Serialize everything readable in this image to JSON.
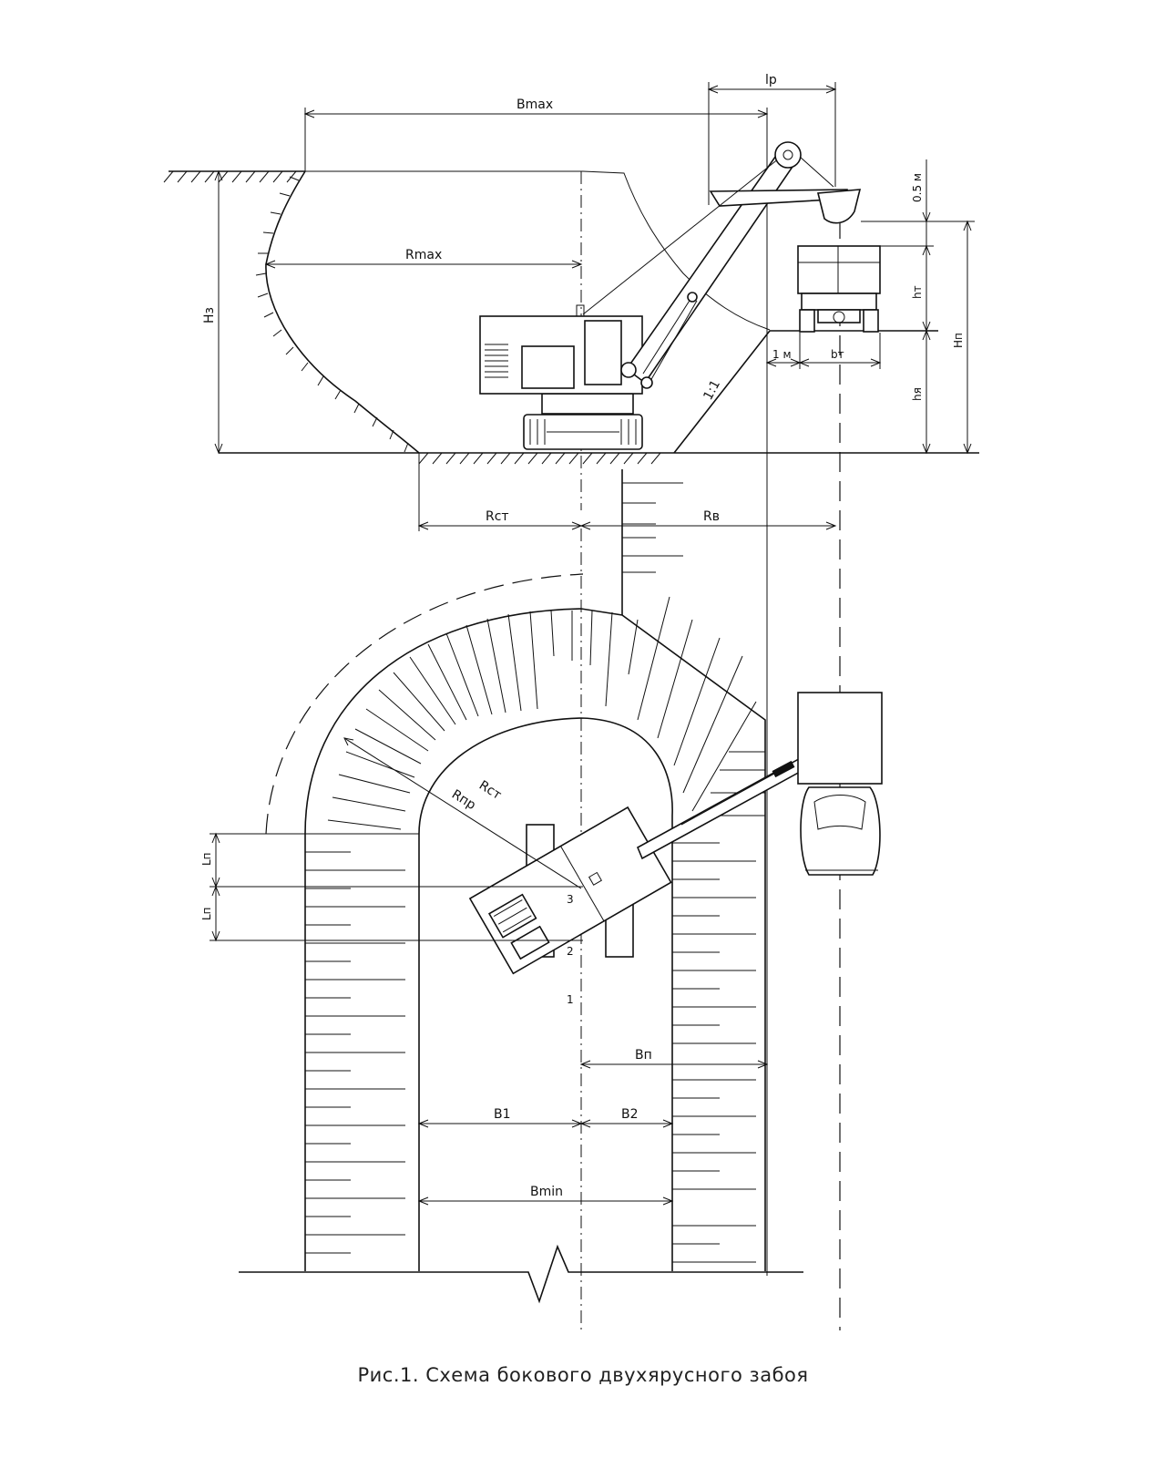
{
  "caption": "Рис.1. Схема бокового двухярусного забоя",
  "labels": {
    "bmax": "Bmax",
    "lp": "lр",
    "rmax": "Rmax",
    "hz": "Hз",
    "half_meter": "0.5 м",
    "ht": "hт",
    "hn": "Hп",
    "one_meter": "1 м",
    "bt": "bт",
    "hya": "hя",
    "slope": "1:1",
    "rst_top": "Rст",
    "rv": "Rв",
    "rst_plan": "Rст",
    "rpr": "Rпр",
    "ln_upper": "Lп",
    "ln_lower": "Lп",
    "pt1": "1",
    "pt2": "2",
    "pt3": "3",
    "bp": "Bп",
    "b1": "B1",
    "b2": "B2",
    "bmin": "Bmin"
  }
}
